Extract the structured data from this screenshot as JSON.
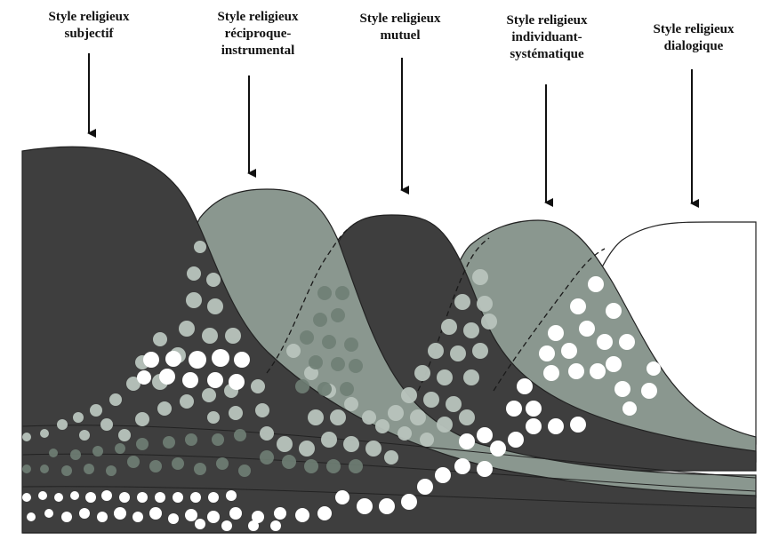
{
  "labels": [
    {
      "id": "subjectif",
      "text": "Style religieux\nsubjectif"
    },
    {
      "id": "reciproque-instrumental",
      "text": "Style religieux\nréciproque-\ninstrumental"
    },
    {
      "id": "mutuel",
      "text": "Style religieux\nmutuel"
    },
    {
      "id": "individuant-systematique",
      "text": "Style religieux\nindividuant-\nsystématique"
    },
    {
      "id": "dialogique",
      "text": "Style religieux\ndialogique"
    }
  ],
  "colors": {
    "dark": "#3e3e3e",
    "medium": "#8a978f",
    "white": "#ffffff",
    "outline": "#222222",
    "arrow": "#111111"
  }
}
